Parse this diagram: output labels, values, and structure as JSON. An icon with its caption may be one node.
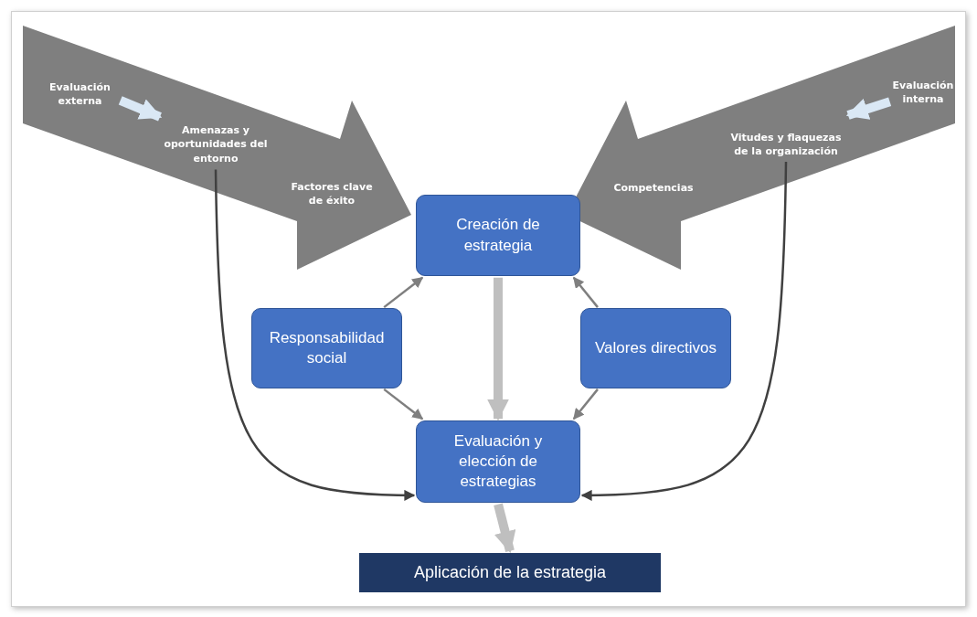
{
  "diagram": {
    "nodes": [
      {
        "text": [],
        "shape": "arrow"
      },
      {
        "text": [
          "Evaluación externa"
        ],
        "in": 0
      },
      {
        "text": [
          "Amenazas y oportunidades del entorno"
        ],
        "in": 0
      },
      {
        "text": [
          "Factores clave de éxito"
        ],
        "in": 0
      },
      {
        "text": [],
        "shape": "arrow"
      },
      {
        "text": [
          "Evaluación interna"
        ],
        "in": 4
      },
      {
        "text": [
          "Vitudes y flaquezas de la organización"
        ],
        "in": 4
      },
      {
        "text": [
          "Competencias"
        ],
        "in": 4
      },
      {
        "text": [
          "Creación de estrategia"
        ]
      },
      {
        "text": [
          "Responsabilidad social"
        ]
      },
      {
        "text": [
          "Valores directivos"
        ]
      },
      {
        "text": [
          "Evaluación y elección de estrategias"
        ]
      },
      {
        "text": [
          "Aplicación de la estrategia"
        ]
      }
    ],
    "edges": [
      {
        "from": 1,
        "to": 2,
        "arrow": "to",
        "style": "thick",
        "color": "#dae8f5"
      },
      {
        "from": 5,
        "to": 6,
        "arrow": "to",
        "style": "thick",
        "color": "#dae8f5"
      },
      {
        "from": 2,
        "to": 11,
        "arrow": "to",
        "color": "#404040"
      },
      {
        "from": 6,
        "to": 11,
        "arrow": "to",
        "color": "#404040"
      },
      {
        "from": 8,
        "to": 11,
        "arrow": "to",
        "style": "thick",
        "color": "#bfbfbf"
      },
      {
        "from": 9,
        "to": 8,
        "arrow": "to",
        "color": "#7f7f7f"
      },
      {
        "from": 9,
        "to": 11,
        "arrow": "to",
        "color": "#7f7f7f"
      },
      {
        "from": 10,
        "to": 8,
        "arrow": "to",
        "color": "#7f7f7f"
      },
      {
        "from": 10,
        "to": 11,
        "arrow": "to",
        "color": "#7f7f7f"
      },
      {
        "from": 11,
        "to": 12,
        "arrow": "to",
        "style": "thick",
        "color": "#bfbfbf"
      }
    ]
  }
}
